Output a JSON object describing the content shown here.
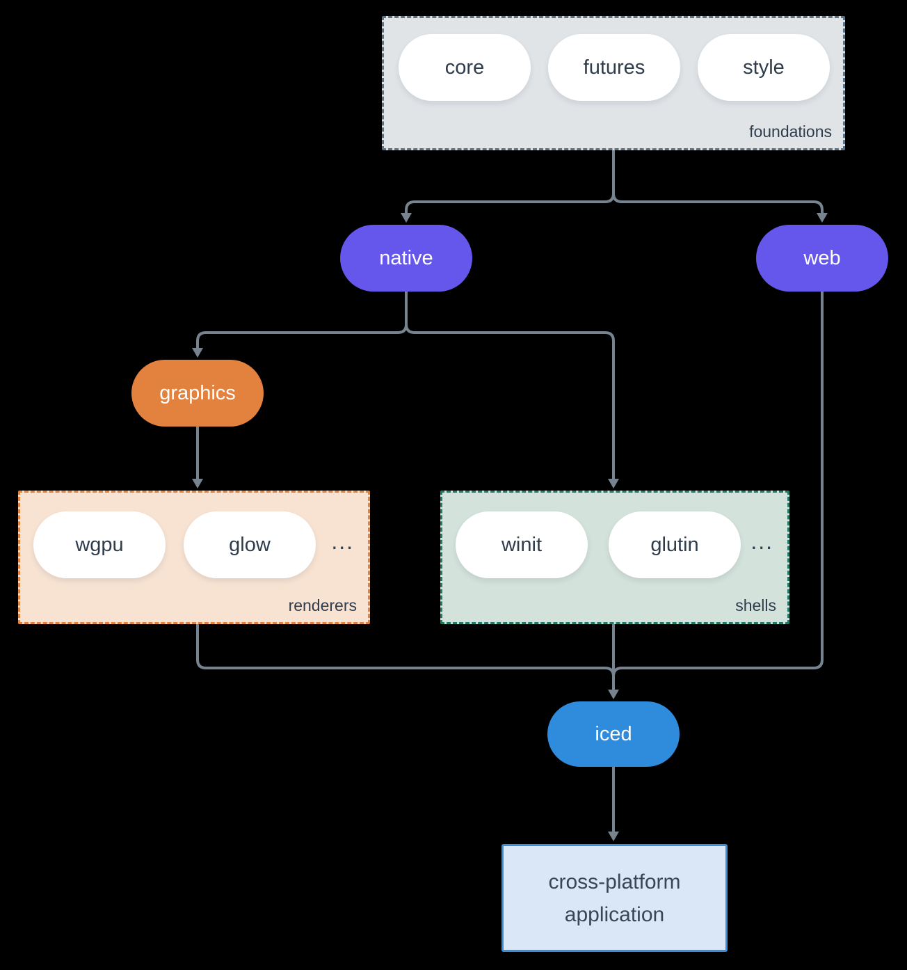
{
  "palette": {
    "background": "#000000",
    "connector": "#77848f",
    "pill_text": "#2e3c4c",
    "purple_node": "#6556ec",
    "orange_node": "#e2823e",
    "blue_node": "#2f8bdc",
    "foundations_fill": "#e0e4e7",
    "foundations_border": "#5c7386",
    "renderers_fill": "#f8e3d2",
    "renderers_border": "#e4813a",
    "shells_fill": "#d4e2dc",
    "shells_border": "#1f7a68",
    "application_fill": "#d9e7f7",
    "application_border": "#3b8fd9"
  },
  "groups": {
    "foundations": {
      "label": "foundations",
      "items": [
        "core",
        "futures",
        "style"
      ]
    },
    "renderers": {
      "label": "renderers",
      "items": [
        "wgpu",
        "glow"
      ],
      "ellipsis": "..."
    },
    "shells": {
      "label": "shells",
      "items": [
        "winit",
        "glutin"
      ],
      "ellipsis": "..."
    }
  },
  "nodes": {
    "native": "native",
    "web": "web",
    "graphics": "graphics",
    "iced": "iced",
    "application": "cross-platform application"
  }
}
